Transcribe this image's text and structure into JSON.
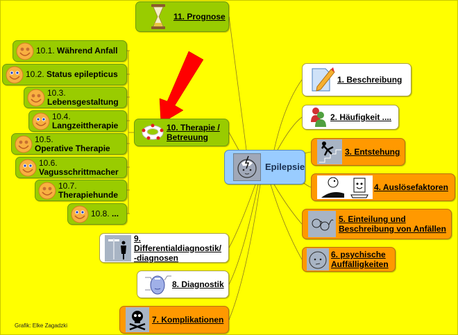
{
  "center": {
    "label": "Epilepsie",
    "icon": "face-lightning-icon"
  },
  "right_nodes": [
    {
      "id": "1",
      "label": "1. Beschreibung",
      "icon": "document-pencil-icon",
      "color": "white"
    },
    {
      "id": "2",
      "label": "2. Häufigkeit ....",
      "icon": "people-icon",
      "color": "white"
    },
    {
      "id": "3",
      "label": "3. Entstehung",
      "icon": "falling-stairs-icon",
      "color": "orange"
    },
    {
      "id": "4",
      "label": "4. Auslösefaktoren",
      "icon": "cartoon-computer-icon",
      "color": "orange"
    },
    {
      "id": "5",
      "label_line1": "5. Einteilung und",
      "label_line2": "Beschreibung von Anfällen",
      "icon": "glasses-icon",
      "color": "orange"
    },
    {
      "id": "6",
      "label_line1": "6. psychische",
      "label_line2": "Auffälligkeiten",
      "icon": "face-icon",
      "color": "orange"
    }
  ],
  "left_nodes": [
    {
      "id": "7",
      "label": "7. Komplikationen",
      "icon": "skull-crossbones-icon",
      "color": "orange"
    },
    {
      "id": "8",
      "label": "8. Diagnostik",
      "icon": "head-diagnostic-icon",
      "color": "white"
    },
    {
      "id": "9",
      "label_line1": "9.",
      "label_line2": "Differentialdiagnostik/",
      "label_line3": "-diagnosen",
      "icon": "signpost-person-icon",
      "color": "white"
    },
    {
      "id": "10",
      "label_line1": "10. Therapie /",
      "label_line2": "Betreuung",
      "icon": "lifebuoy-icon",
      "color": "green"
    },
    {
      "id": "11",
      "label": "11. Prognose",
      "icon": "hourglass-icon",
      "color": "green"
    }
  ],
  "therapy_children": [
    {
      "num": "10.1.",
      "text": "Während Anfall",
      "icon": "smiley-brown-eyes-icon"
    },
    {
      "num": "10.2.",
      "text": "Status epilepticus",
      "icon": "smiley-blue-eyes-icon"
    },
    {
      "num": "10.3.",
      "text": "Lebensgestaltung",
      "icon": "smiley-brown-eyes-icon"
    },
    {
      "num": "10.4.",
      "text": "Langzeittherapie",
      "icon": "smiley-blue-eyes-icon"
    },
    {
      "num": "10.5.",
      "text": "Operative Therapie",
      "icon": "smiley-brown-eyes-icon"
    },
    {
      "num": "10.6.",
      "text": "Vagusschrittmacher",
      "icon": "smiley-blue-eyes-icon"
    },
    {
      "num": "10.7.",
      "text": "Therapiehunde",
      "icon": "smiley-brown-eyes-icon"
    },
    {
      "num": "10.8.",
      "text": "...",
      "icon": "smiley-blue-eyes-icon"
    }
  ],
  "annotation": {
    "arrow": "red-arrow-pointing-to-10",
    "arrow_color": "#ff0000"
  },
  "credit": "Grafik: Elke Zagadzki",
  "colors": {
    "background": "#ffff00",
    "green": "#99cc00",
    "orange": "#ff9900",
    "blue": "#99ccff",
    "white": "#ffffff"
  }
}
